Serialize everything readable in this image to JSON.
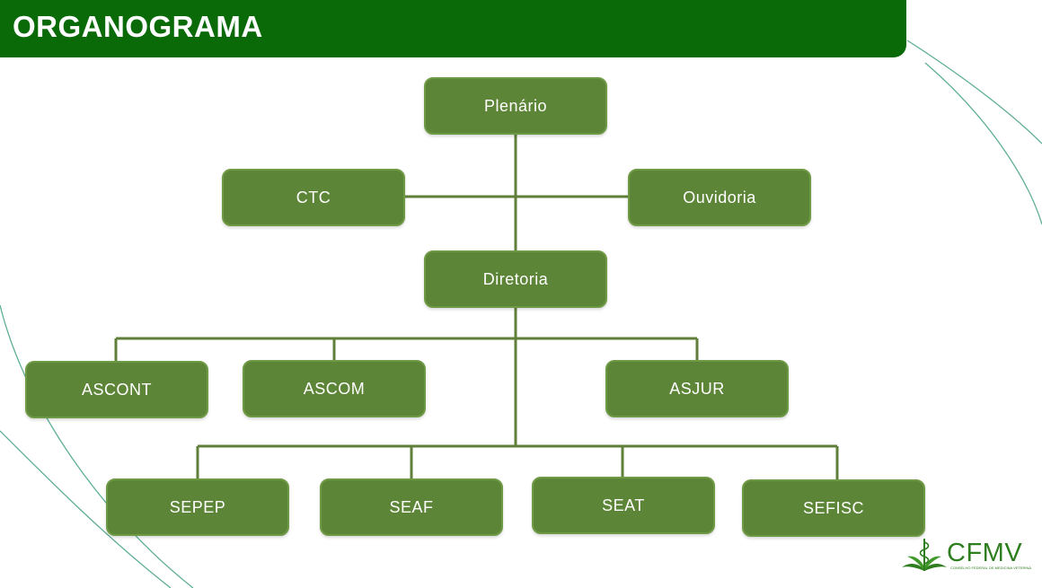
{
  "header": {
    "title": "ORGANOGRAMA"
  },
  "nodes": {
    "plenario": "Plenário",
    "ctc": "CTC",
    "ouvidoria": "Ouvidoria",
    "diretoria": "Diretoria",
    "ascont": "ASCONT",
    "ascom": "ASCOM",
    "asjur": "ASJUR",
    "sepep": "SEPEP",
    "seaf": "SEAF",
    "seat": "SEAT",
    "sefisc": "SEFISC"
  },
  "logo": {
    "name": "CFMV",
    "subtitle": "CONSELHO FEDERAL DE MEDICINA VETERINÁRIA"
  },
  "colors": {
    "header": "#0a6a08",
    "node_fill": "#5d8537",
    "connector": "#5f7f3a",
    "decor_lines": "#5fae98"
  }
}
